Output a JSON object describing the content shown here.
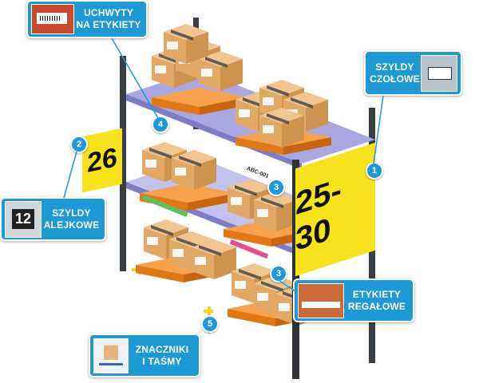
{
  "callouts": {
    "uchwyty": {
      "line1": "UCHWYTY",
      "line2": "NA ETYKIETY",
      "icon": "label-holder-icon"
    },
    "szyldy_czolowe": {
      "line1": "SZYLDY",
      "line2": "CZOŁOWE",
      "icon": "warehouse-sign-icon"
    },
    "szyldy_alejkowe": {
      "line1": "SZYLDY",
      "line2": "ALEJKOWE",
      "icon": "aisle-sign-icon",
      "thumb_number": "12"
    },
    "etykiety_regalowe": {
      "line1": "ETYKIETY",
      "line2": "REGAŁOWE",
      "icon": "shelf-label-icon"
    },
    "znaczniki": {
      "line1": "ZNACZNIKI",
      "line2": "I TAŚMY",
      "icon": "floor-marker-icon"
    }
  },
  "badges": {
    "b1": "1",
    "b2": "2",
    "b3a": "3",
    "b3b": "3",
    "b4": "4",
    "b5": "5"
  },
  "signs": {
    "aisle_number": "26",
    "front_range": "25-30",
    "beam_label": "ABC-001"
  },
  "colors": {
    "accent": "#1d9ad6",
    "sign_yellow": "#f7e21b",
    "upright": "#3a3f45",
    "beam": "#9b9bd8",
    "pallet": "#f08a24",
    "box": "#e8b37a"
  }
}
